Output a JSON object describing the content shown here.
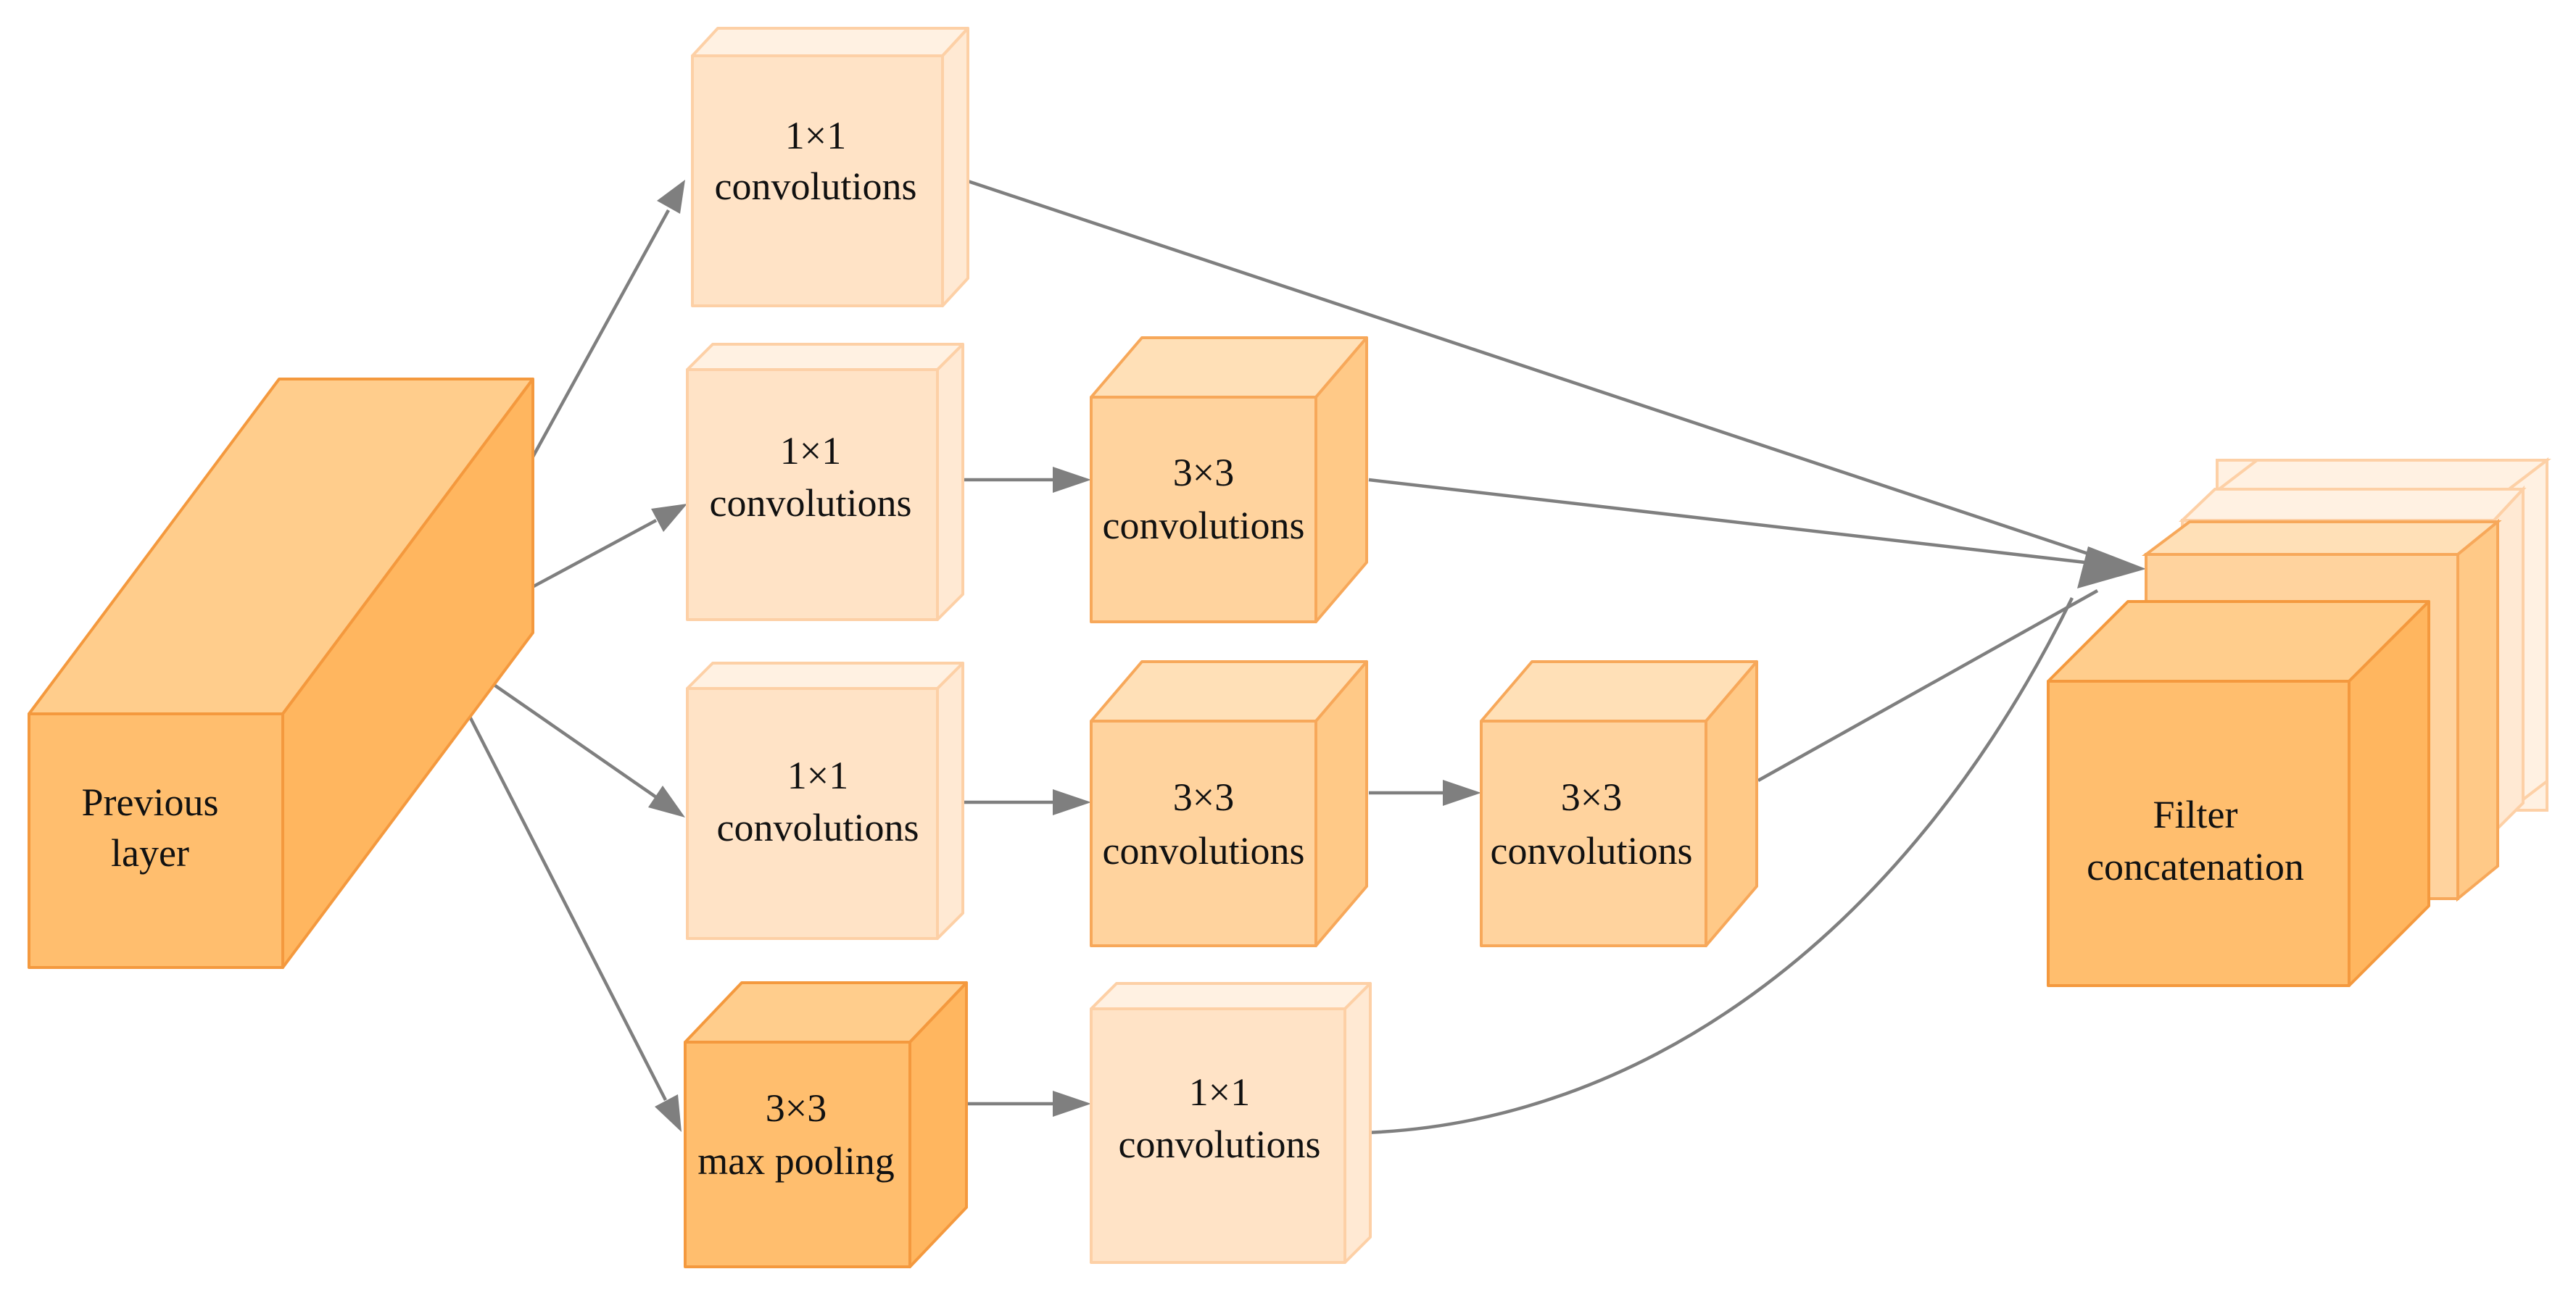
{
  "colors": {
    "light_fill": "#ffe3c6",
    "light_top": "#fff1e2",
    "light_side": "#ffe9d3",
    "light_stroke": "#fdd0a6",
    "mid_fill": "#ffd39e",
    "mid_top": "#ffe0b7",
    "mid_side": "#ffc987",
    "mid_stroke": "#f7a85a",
    "dark_fill": "#ffbe6e",
    "dark_top": "#ffcd8c",
    "dark_side": "#ffb65f",
    "dark_stroke": "#f4993e",
    "arrow": "#7f7f7f"
  },
  "nodes": {
    "previous_layer": {
      "line1": "Previous",
      "line2": "layer"
    },
    "conv1x1_top": {
      "line1": "1×1",
      "line2": "convolutions"
    },
    "conv1x1_branch2": {
      "line1": "1×1",
      "line2": "convolutions"
    },
    "conv3x3_branch2": {
      "line1": "3×3",
      "line2": "convolutions"
    },
    "conv1x1_branch3": {
      "line1": "1×1",
      "line2": "convolutions"
    },
    "conv3x3_branch3_a": {
      "line1": "3×3",
      "line2": "convolutions"
    },
    "conv3x3_branch3_b": {
      "line1": "3×3",
      "line2": "convolutions"
    },
    "maxpool_branch4": {
      "line1": "3×3",
      "line2": "max pooling"
    },
    "conv1x1_branch4": {
      "line1": "1×1",
      "line2": "convolutions"
    },
    "filter_concat": {
      "line1": "Filter",
      "line2": "concatenation"
    }
  }
}
